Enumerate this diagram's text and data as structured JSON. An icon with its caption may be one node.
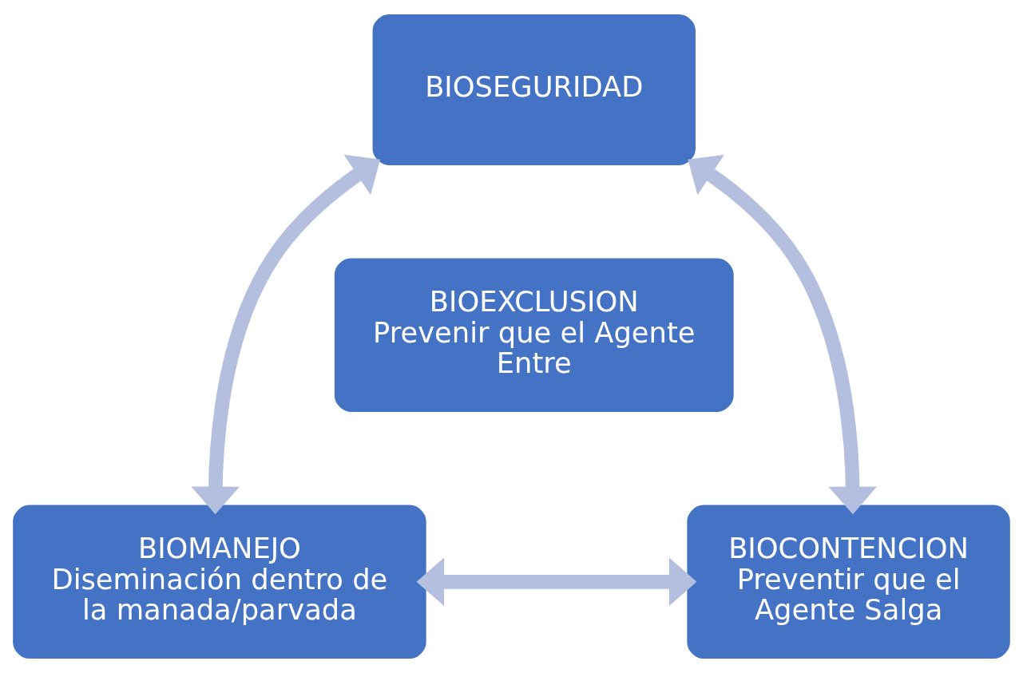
{
  "diagram": {
    "nodes": [
      {
        "text": [
          "BIOSEGURIDAD"
        ]
      },
      {
        "text": [
          "BIOEXCLUSION",
          "Prevenir que el Agente Entre"
        ]
      },
      {
        "text": [
          "BIOMANEJO",
          "Diseminación dentro de la manada/parvada"
        ]
      },
      {
        "text": [
          "BIOCONTENCION",
          "Preventir que el Agente Salga"
        ]
      }
    ],
    "edges": [
      {
        "from": 0,
        "to": 2,
        "arrow": "both"
      },
      {
        "from": 0,
        "to": 3,
        "arrow": "both"
      },
      {
        "from": 2,
        "to": 3,
        "arrow": "both"
      }
    ]
  }
}
